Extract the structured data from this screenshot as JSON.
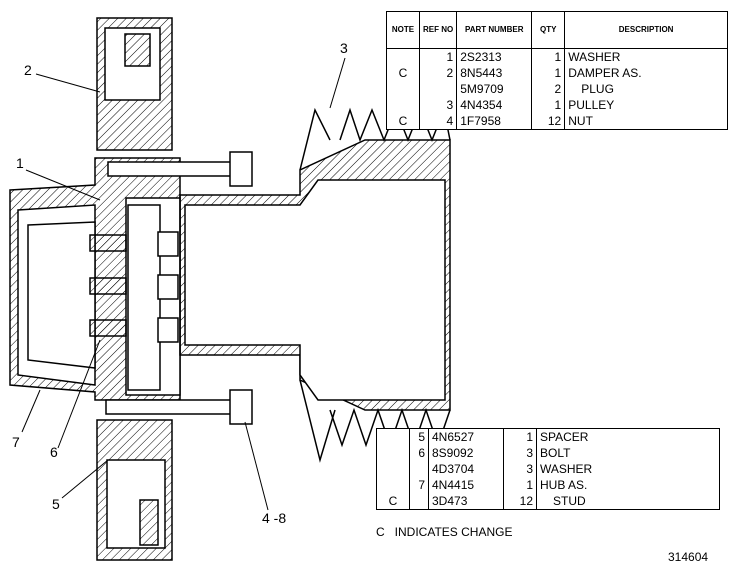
{
  "top_table": {
    "headers": {
      "note": "NOTE",
      "ref": "REF NO",
      "part": "PART NUMBER",
      "qty": "QTY",
      "desc": "DESCRIPTION"
    },
    "rows": [
      {
        "note": "",
        "ref": "1",
        "part": "2S2313",
        "qty": "1",
        "desc": "WASHER"
      },
      {
        "note": "C",
        "ref": "2",
        "part": "8N5443",
        "qty": "1",
        "desc": "DAMPER AS."
      },
      {
        "note": "",
        "ref": "",
        "part": "5M9709",
        "qty": "2",
        "desc": "PLUG"
      },
      {
        "note": "",
        "ref": "3",
        "part": "4N4354",
        "qty": "1",
        "desc": "PULLEY"
      },
      {
        "note": "C",
        "ref": "4",
        "part": "1F7958",
        "qty": "12",
        "desc": "NUT"
      }
    ]
  },
  "bottom_table": {
    "rows": [
      {
        "note": "",
        "ref": "5",
        "part": "4N6527",
        "qty": "1",
        "desc": "SPACER"
      },
      {
        "note": "",
        "ref": "6",
        "part": "8S9092",
        "qty": "3",
        "desc": "BOLT"
      },
      {
        "note": "",
        "ref": "",
        "part": "4D3704",
        "qty": "3",
        "desc": "WASHER"
      },
      {
        "note": "",
        "ref": "7",
        "part": "4N4415",
        "qty": "1",
        "desc": "HUB AS."
      },
      {
        "note": "C",
        "ref": "",
        "part": "3D473",
        "qty": "12",
        "desc": "STUD"
      }
    ]
  },
  "legend": "C   INDICATES CHANGE",
  "drawing_number": "314604",
  "callouts": {
    "c1": "1",
    "c2": "2",
    "c3": "3",
    "c4_8": "4 -8",
    "c5": "5",
    "c6": "6",
    "c7": "7"
  }
}
